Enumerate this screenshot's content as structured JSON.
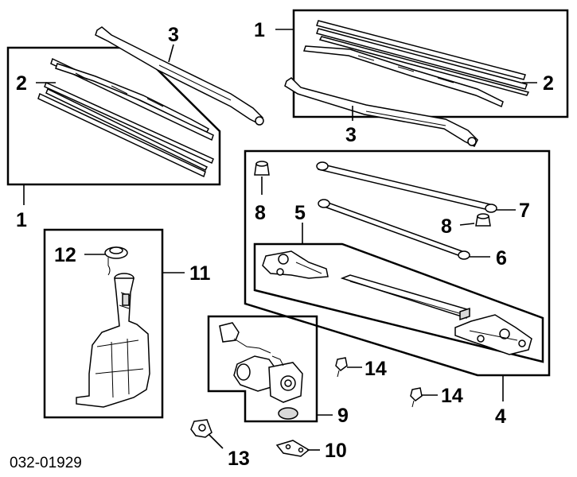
{
  "diagram_code": "032-01929",
  "callouts": {
    "c1_left": "1",
    "c1_right": "1",
    "c2_left": "2",
    "c2_right": "2",
    "c3_left": "3",
    "c3_right": "3",
    "c4": "4",
    "c5": "5",
    "c6": "6",
    "c7": "7",
    "c8_top": "8",
    "c8_mid": "8",
    "c9": "9",
    "c10": "10",
    "c11": "11",
    "c12": "12",
    "c13": "13",
    "c14_a": "14",
    "c14_b": "14"
  }
}
